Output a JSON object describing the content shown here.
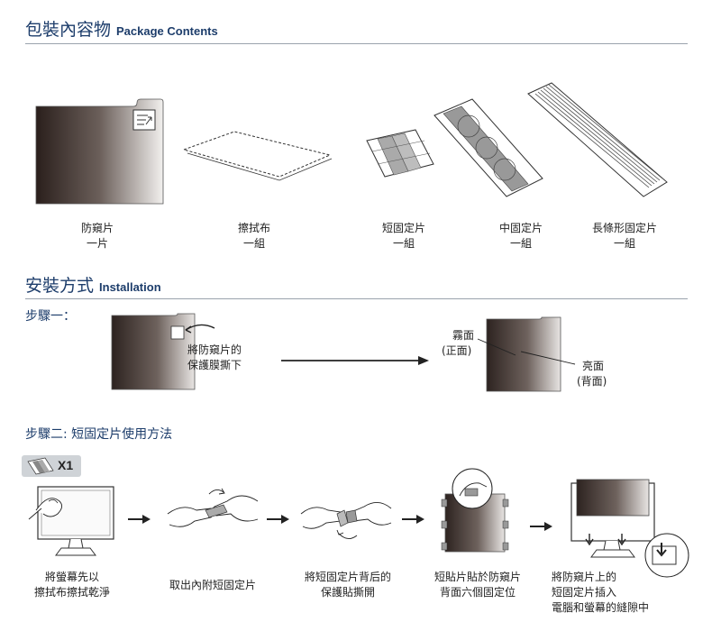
{
  "package": {
    "title": "包裝內容物",
    "title_en": "Package Contents",
    "items": [
      {
        "name": "防窺片",
        "qty": "一片"
      },
      {
        "name": "擦拭布",
        "qty": "一組"
      },
      {
        "name": "短固定片",
        "qty": "一組"
      },
      {
        "name": "中固定片",
        "qty": "一組"
      },
      {
        "name": "長條形固定片",
        "qty": "一組"
      }
    ]
  },
  "install": {
    "title": "安裝方式",
    "title_en": "Installation",
    "step1": {
      "label": "步驟一：",
      "peel_line1": "將防窺片的",
      "peel_line2": "保護膜撕下",
      "matte_line1": "霧面",
      "matte_line2": "(正面)",
      "gloss_line1": "亮面",
      "gloss_line2": "(背面)"
    },
    "step2": {
      "label": "步驟二: 短固定片使用方法",
      "qty_badge": "X1",
      "steps": [
        {
          "line1": "將螢幕先以",
          "line2": "擦拭布擦拭乾淨"
        },
        {
          "line1": "取出內附短固定片",
          "line2": ""
        },
        {
          "line1": "將短固定片背后的",
          "line2": "保護貼撕開"
        },
        {
          "line1": "短貼片貼於防窺片",
          "line2": "背面六個固定位"
        },
        {
          "line1": "將防窺片上的",
          "line2": "短固定片插入",
          "line3": "電腦和螢幕的縫隙中"
        }
      ]
    }
  },
  "colors": {
    "heading": "#1d3d6b",
    "rule": "#9aa3ad",
    "badge": "#cfd3d7"
  }
}
